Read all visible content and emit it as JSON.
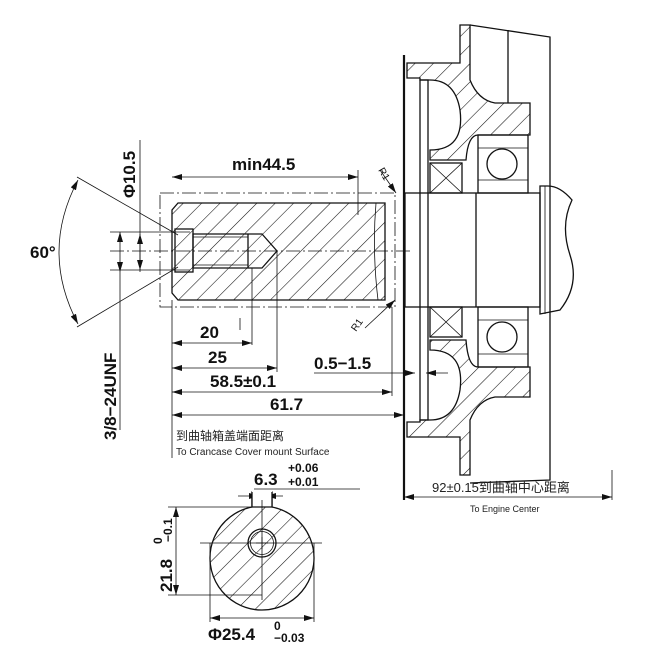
{
  "dimensions": {
    "thread_diameter": "Φ10.5",
    "thread_angle": "60°",
    "thread_spec": "3/8−24UNF",
    "min_length": "min44.5",
    "radius_top": "R1",
    "radius_bottom": "R1",
    "thread_depth": "20",
    "drill_depth": "25",
    "shaft_length": "58.5±0.1",
    "total_length": "61.7",
    "gap": "0.5−1.5",
    "key_width": "6.3",
    "key_width_tol_upper": "+0.06",
    "key_width_tol_lower": "+0.01",
    "key_depth": "21.8",
    "key_depth_tol_upper": "0",
    "key_depth_tol_lower": "−0.1",
    "shaft_diameter": "Φ25.4",
    "shaft_diameter_tol_upper": "0",
    "shaft_diameter_tol_lower": "−0.03",
    "engine_center": "92±0.15到曲轴中心距离"
  },
  "labels": {
    "crankcase_cn": "到曲轴箱盖端面距离",
    "crankcase_en": "To Crancase Cover mount Surface",
    "engine_center_en": "To Engine Center"
  }
}
